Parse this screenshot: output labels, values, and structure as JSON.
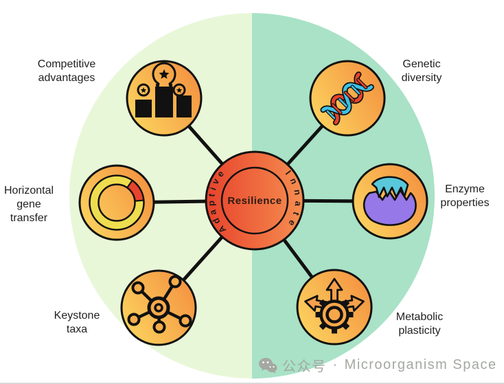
{
  "center": {
    "label": "Resilience",
    "left_arc": "Adaptive",
    "right_arc": "Innate"
  },
  "nodes": [
    {
      "id": "competitive-advantages",
      "icon": "podium-stars-icon",
      "lines": [
        "Competitive",
        "advantages"
      ]
    },
    {
      "id": "genetic-diversity",
      "icon": "dna-helix-icon",
      "lines": [
        "Genetic",
        "diversity"
      ]
    },
    {
      "id": "horizontal-gene-transfer",
      "icon": "plasmid-icon",
      "lines": [
        "Horizontal",
        "gene",
        "transfer"
      ]
    },
    {
      "id": "enzyme-properties",
      "icon": "enzyme-substrate-icon",
      "lines": [
        "Enzyme",
        "properties"
      ]
    },
    {
      "id": "keystone-taxa",
      "icon": "network-hub-icon",
      "lines": [
        "Keystone",
        "taxa"
      ]
    },
    {
      "id": "metabolic-plasticity",
      "icon": "gear-arrows-icon",
      "lines": [
        "Metabolic",
        "plasticity"
      ]
    }
  ],
  "watermark": {
    "icon": "wechat-icon",
    "platform": "公众号",
    "separator": "·",
    "name": "Microorganism Space"
  },
  "colors": {
    "half_left": "#e9f7d9",
    "half_right": "#a9e2c7",
    "node_gradient_from": "#fcd45f",
    "node_gradient_to": "#f49140",
    "center_gradient_from": "#e7432c",
    "center_gradient_to": "#f68e50",
    "spoke": "#111111",
    "dna_blue": "#3fc1e6",
    "dna_red": "#e8432c",
    "plasmid_yellow": "#eedd4e",
    "plasmid_red": "#e8432c",
    "enzyme_purple": "#9678e8",
    "enzyme_teal": "#58c8da",
    "label_text": "#1f1f1f",
    "watermark_text": "#a4a8a2"
  }
}
